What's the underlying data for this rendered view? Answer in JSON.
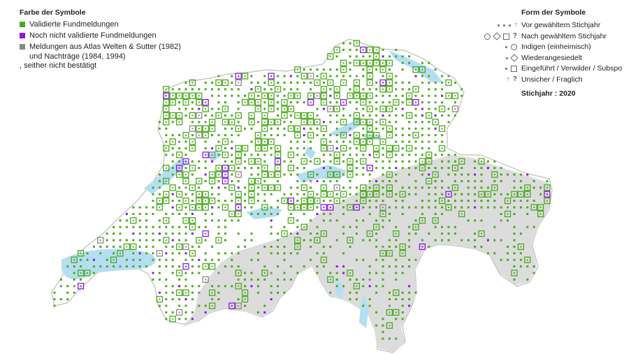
{
  "legend_color": {
    "title": "Farbe der Symbole",
    "items": [
      {
        "label": "Validierte Fundmeldungen",
        "color": "#4aaa1c"
      },
      {
        "label": "Noch nicht validierte Fundmeldungen",
        "color": "#8b16e8"
      },
      {
        "label": "Meldungen aus Atlas Welten & Sutter (1982)",
        "color": "#888888",
        "note1": "und Nachträge (1984, 1994)",
        "note2": ", seither nicht bestätigt"
      }
    ]
  },
  "legend_shape": {
    "title": "Form der Symbole",
    "items": [
      {
        "label": "Vor gewähltem Stichjahr",
        "symbols": [
          "small-dot",
          "small-dot",
          "small-dot",
          "small-question"
        ]
      },
      {
        "label": "Nach gewähltem Stichjahr",
        "symbols": [
          "ring",
          "diamond",
          "square",
          "question"
        ]
      },
      {
        "label": "Indigen (einheimisch)",
        "symbols": [
          "small-dot",
          "ring"
        ]
      },
      {
        "label": "Wiederangesiedelt",
        "symbols": [
          "small-dot",
          "diamond"
        ]
      },
      {
        "label": "Eingeführt / Verwilder / Subspo",
        "symbols": [
          "small-dot",
          "square"
        ]
      },
      {
        "label": "Unsicher / Fraglich",
        "symbols": [
          "small-question",
          "question"
        ]
      }
    ],
    "stichjahr": "Stichjahr : 2020"
  },
  "map": {
    "colors": {
      "land": "#ffffff",
      "border": "#bdbdbd",
      "alps": "#dcdcdc",
      "lakes": "#b6def2",
      "validated": "#4aaa1c",
      "unvalidated": "#8b16e8",
      "historic": "#888888"
    }
  }
}
